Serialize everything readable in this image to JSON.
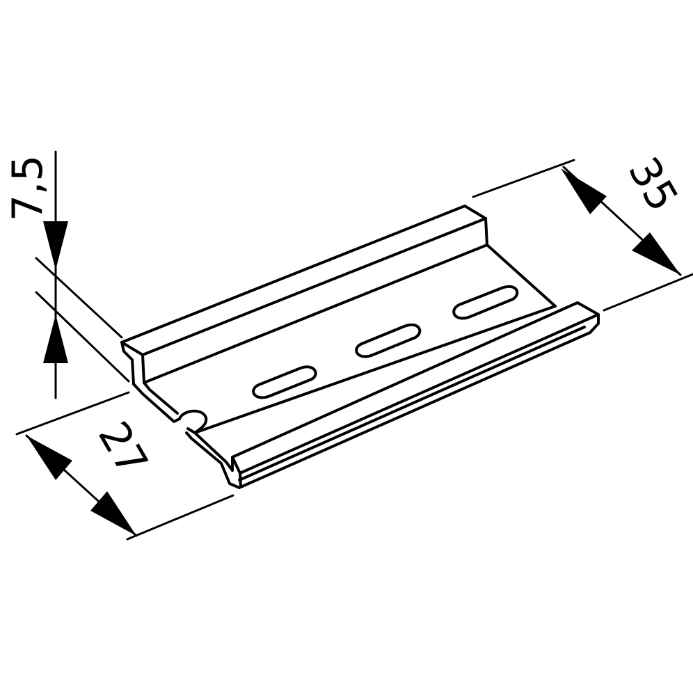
{
  "dimensions": {
    "height": "7,5",
    "width_total": "35",
    "width_inner": "27"
  }
}
